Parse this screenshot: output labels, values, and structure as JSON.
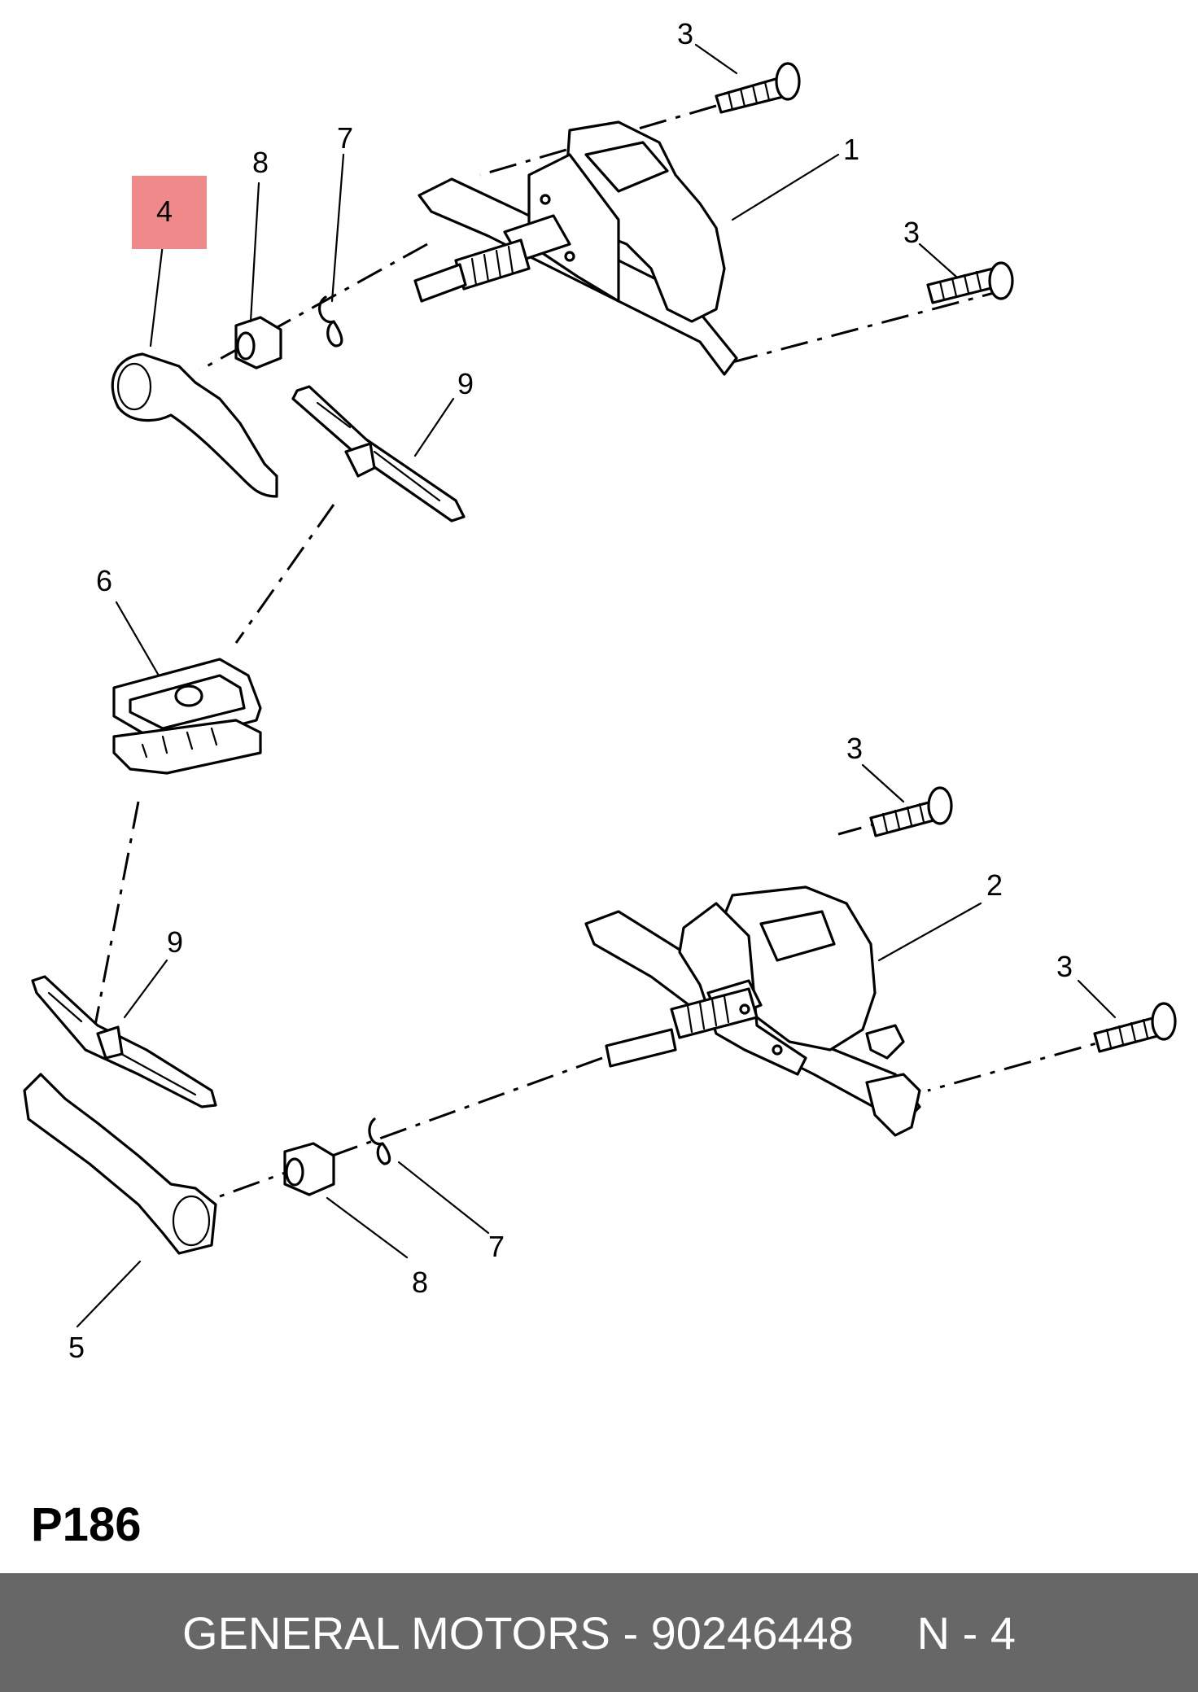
{
  "diagram": {
    "callouts": {
      "c1": "1",
      "c2": "2",
      "c3a": "3",
      "c3b": "3",
      "c3c": "3",
      "c3d": "3",
      "c4": "4",
      "c5": "5",
      "c6": "6",
      "c7a": "7",
      "c7b": "7",
      "c8a": "8",
      "c8b": "8",
      "c9a": "9",
      "c9b": "9"
    },
    "highlighted_callout": "4",
    "highlight_color": "#f08a8a"
  },
  "page_code": "P186",
  "footer": {
    "text": "GENERAL MOTORS - 90246448     N - 4",
    "background": "#676767"
  }
}
